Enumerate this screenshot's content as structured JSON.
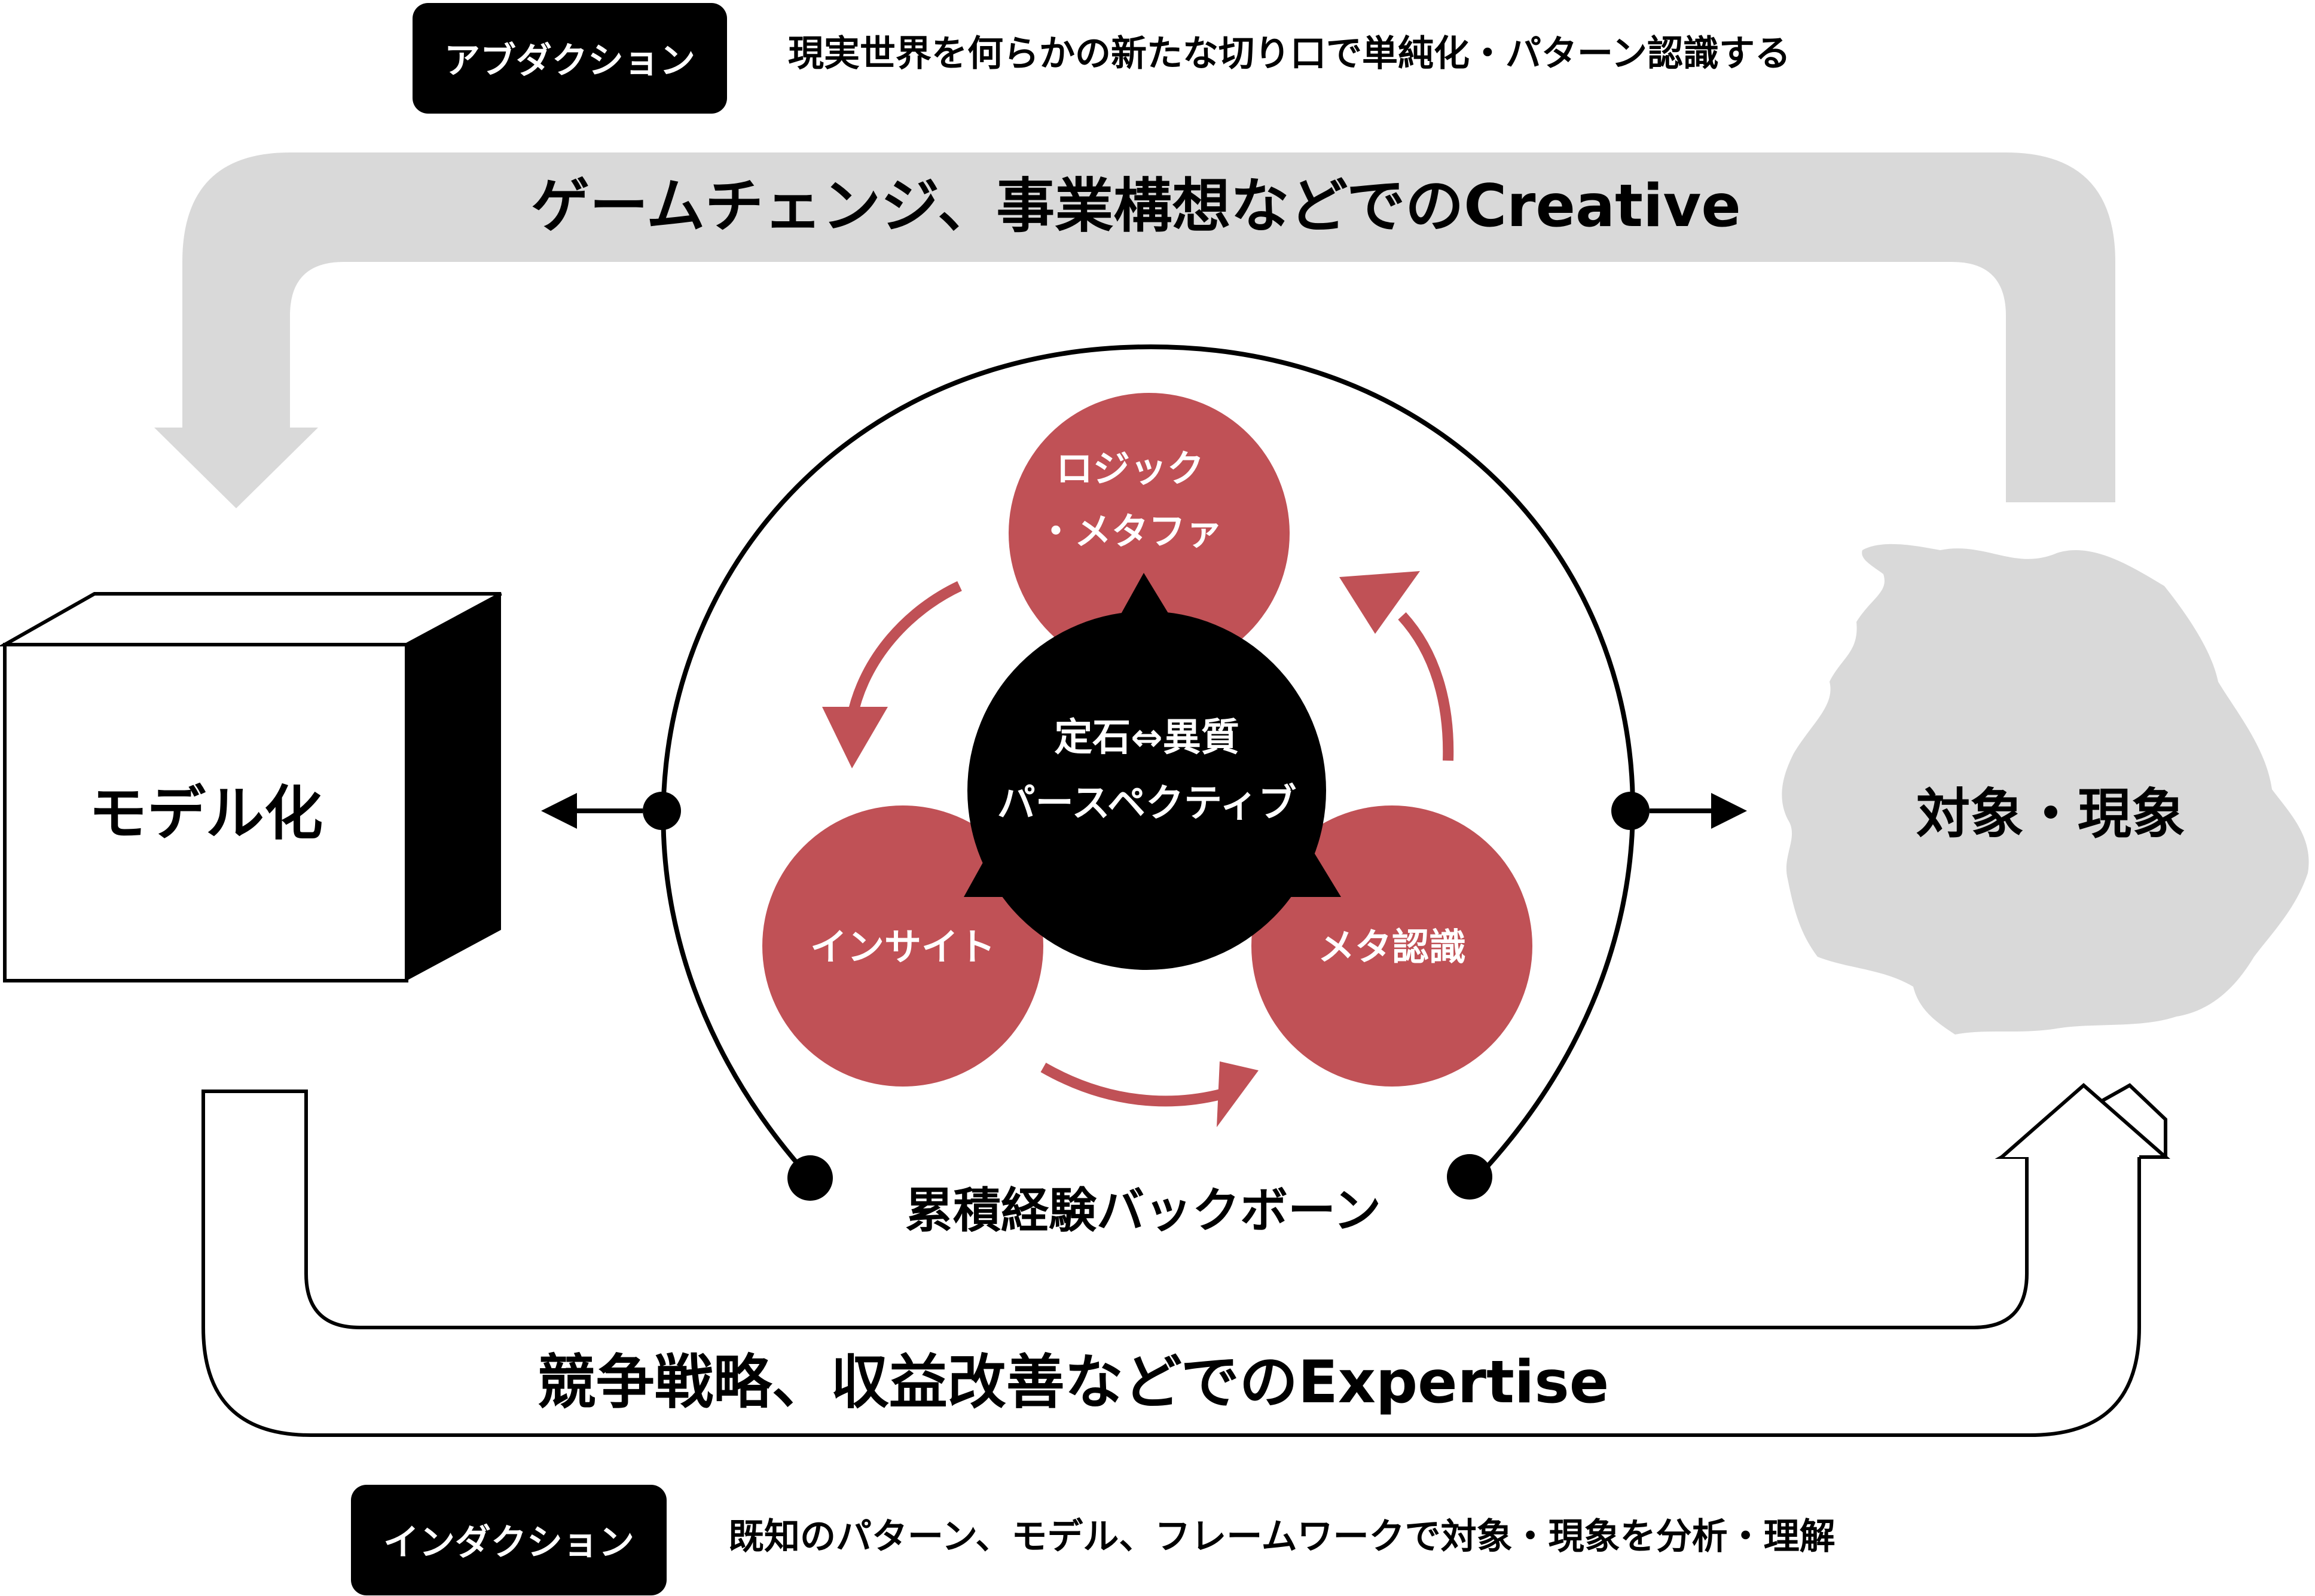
{
  "abduction": {
    "badge": "アブダクション",
    "description": "現実世界を何らかの新たな切り口で単純化・パターン認識する"
  },
  "creative_arrow": {
    "label": "ゲームチェンジ、事業構想などでのCreative"
  },
  "model_box": {
    "label": "モデル化"
  },
  "phenomenon": {
    "label": "対象・現象"
  },
  "center": {
    "top_circle": {
      "line1": "ロジック",
      "line2": "・メタファ"
    },
    "left_circle": {
      "label": "インサイト"
    },
    "right_circle": {
      "label": "メタ認識"
    },
    "core": {
      "line1": "定石⇔異質",
      "line2": "パースペクティブ"
    },
    "backbone_label": "累積経験バックボーン"
  },
  "expertise_arrow": {
    "label": "競争戦略、収益改善などでのExpertise"
  },
  "induction": {
    "badge": "インダクション",
    "description": "既知のパターン、モデル、フレームワークで対象・現象を分析・理解"
  },
  "colors": {
    "accent_red": "#c05156",
    "gray": "#d9d9d9",
    "black": "#000000"
  }
}
